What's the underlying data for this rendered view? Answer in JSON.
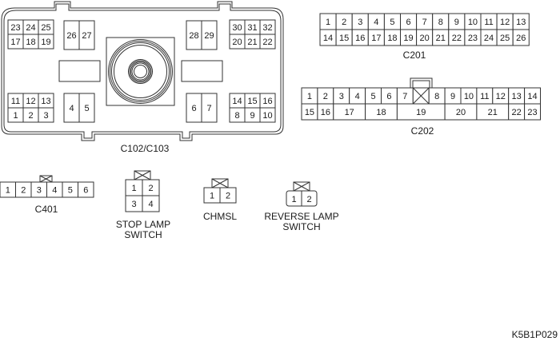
{
  "figure_id": "K5B1P029",
  "colors": {
    "line": "#333333",
    "text": "#1a1a1a",
    "background": "#ffffff"
  },
  "connectors": {
    "c102_c103": {
      "label": "C102/C103",
      "upper_left_block": {
        "top": [
          "23",
          "24",
          "25"
        ],
        "bottom": [
          "17",
          "18",
          "19"
        ]
      },
      "upper_left_pair": [
        "26",
        "27"
      ],
      "upper_right_pair": [
        "28",
        "29"
      ],
      "upper_right_block": {
        "top": [
          "30",
          "31",
          "32"
        ],
        "bottom": [
          "20",
          "21",
          "22"
        ]
      },
      "lower_left_block": {
        "top": [
          "11",
          "12",
          "13"
        ],
        "bottom": [
          "1",
          "2",
          "3"
        ]
      },
      "lower_left_pair": [
        "4",
        "5"
      ],
      "lower_right_pair": [
        "6",
        "7"
      ],
      "lower_right_block": {
        "top": [
          "14",
          "15",
          "16"
        ],
        "bottom": [
          "8",
          "9",
          "10"
        ]
      }
    },
    "c201": {
      "label": "C201",
      "top": [
        "1",
        "2",
        "3",
        "4",
        "5",
        "6",
        "7",
        "8",
        "9",
        "10",
        "11",
        "12",
        "13"
      ],
      "bottom": [
        "14",
        "15",
        "16",
        "17",
        "18",
        "19",
        "20",
        "21",
        "22",
        "23",
        "24",
        "25",
        "26"
      ]
    },
    "c202": {
      "label": "C202",
      "top": [
        "1",
        "2",
        "3",
        "4",
        "5",
        "6",
        "7",
        "",
        "8",
        "9",
        "10",
        "11",
        "12",
        "13",
        "14"
      ],
      "bottom": [
        {
          "pin": "15",
          "span": 1
        },
        {
          "pin": "16",
          "span": 1
        },
        {
          "pin": "17",
          "span": 2
        },
        {
          "pin": "18",
          "span": 2
        },
        {
          "pin": "19",
          "span": 3
        },
        {
          "pin": "20",
          "span": 2
        },
        {
          "pin": "21",
          "span": 2
        },
        {
          "pin": "22",
          "span": 1
        },
        {
          "pin": "23",
          "span": 1
        }
      ]
    },
    "c401": {
      "label": "C401",
      "pins": [
        "1",
        "2",
        "3",
        "4",
        "5",
        "6"
      ]
    },
    "stop_lamp_switch": {
      "label_line1": "STOP LAMP",
      "label_line2": "SWITCH",
      "top": [
        "1",
        "2"
      ],
      "bottom": [
        "3",
        "4"
      ]
    },
    "chmsl": {
      "label": "CHMSL",
      "pins": [
        "1",
        "2"
      ]
    },
    "reverse_lamp_switch": {
      "label_line1": "REVERSE LAMP",
      "label_line2": "SWITCH",
      "pins": [
        "1",
        "2"
      ]
    }
  }
}
